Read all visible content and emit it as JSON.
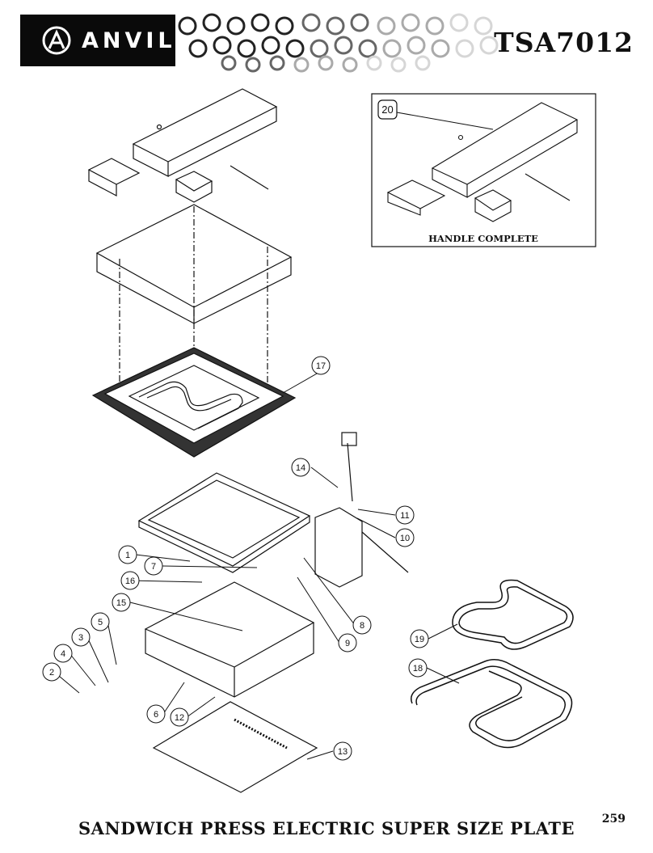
{
  "header": {
    "brand": "ANVIL",
    "model_code": "TSA7012"
  },
  "inset": {
    "callout": "20",
    "caption": "HANDLE COMPLETE"
  },
  "callouts": [
    "1",
    "2",
    "3",
    "4",
    "5",
    "6",
    "7",
    "8",
    "9",
    "10",
    "11",
    "12",
    "13",
    "14",
    "15",
    "16",
    "17",
    "18",
    "19"
  ],
  "footer": {
    "title": "SANDWICH PRESS ELECTRIC SUPER SIZE PLATE",
    "page_number": "259"
  }
}
